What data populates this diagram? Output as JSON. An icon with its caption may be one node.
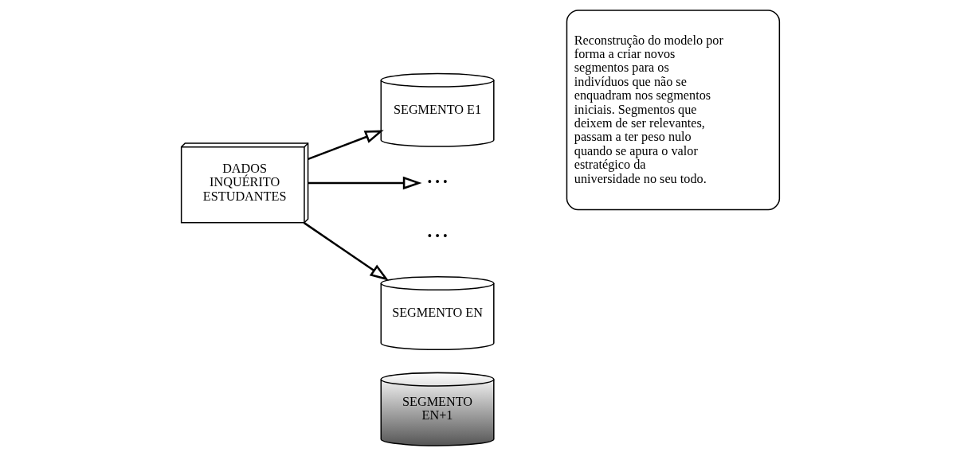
{
  "diagram": {
    "nodes": [
      {
        "text": [
          "DADOS INQUÉRITO ESTUDANTES"
        ]
      },
      {
        "text": [
          "SEGMENTO E1"
        ]
      },
      {
        "text": [
          "• • •"
        ]
      },
      {
        "text": [
          "SEGMENTO EN"
        ]
      },
      {
        "text": [
          "SEGMENTO EN+1"
        ]
      },
      {
        "text": [
          "Reconstrução do modelo por forma a criar novos segmentos para os indivíduos que não se enquadram nos segmentos iniciais. Segmentos que deixem de ser relevantes, passam a ter peso nulo quando se apura o valor estratégico da universidade no seu todo."
        ]
      }
    ],
    "edges": [
      {
        "from": 0,
        "to": 1,
        "arrow": "to"
      },
      {
        "from": 0,
        "to": 2,
        "arrow": "to"
      },
      {
        "from": 0,
        "to": 3,
        "arrow": "to"
      }
    ],
    "labels": [
      "• • •"
    ]
  }
}
